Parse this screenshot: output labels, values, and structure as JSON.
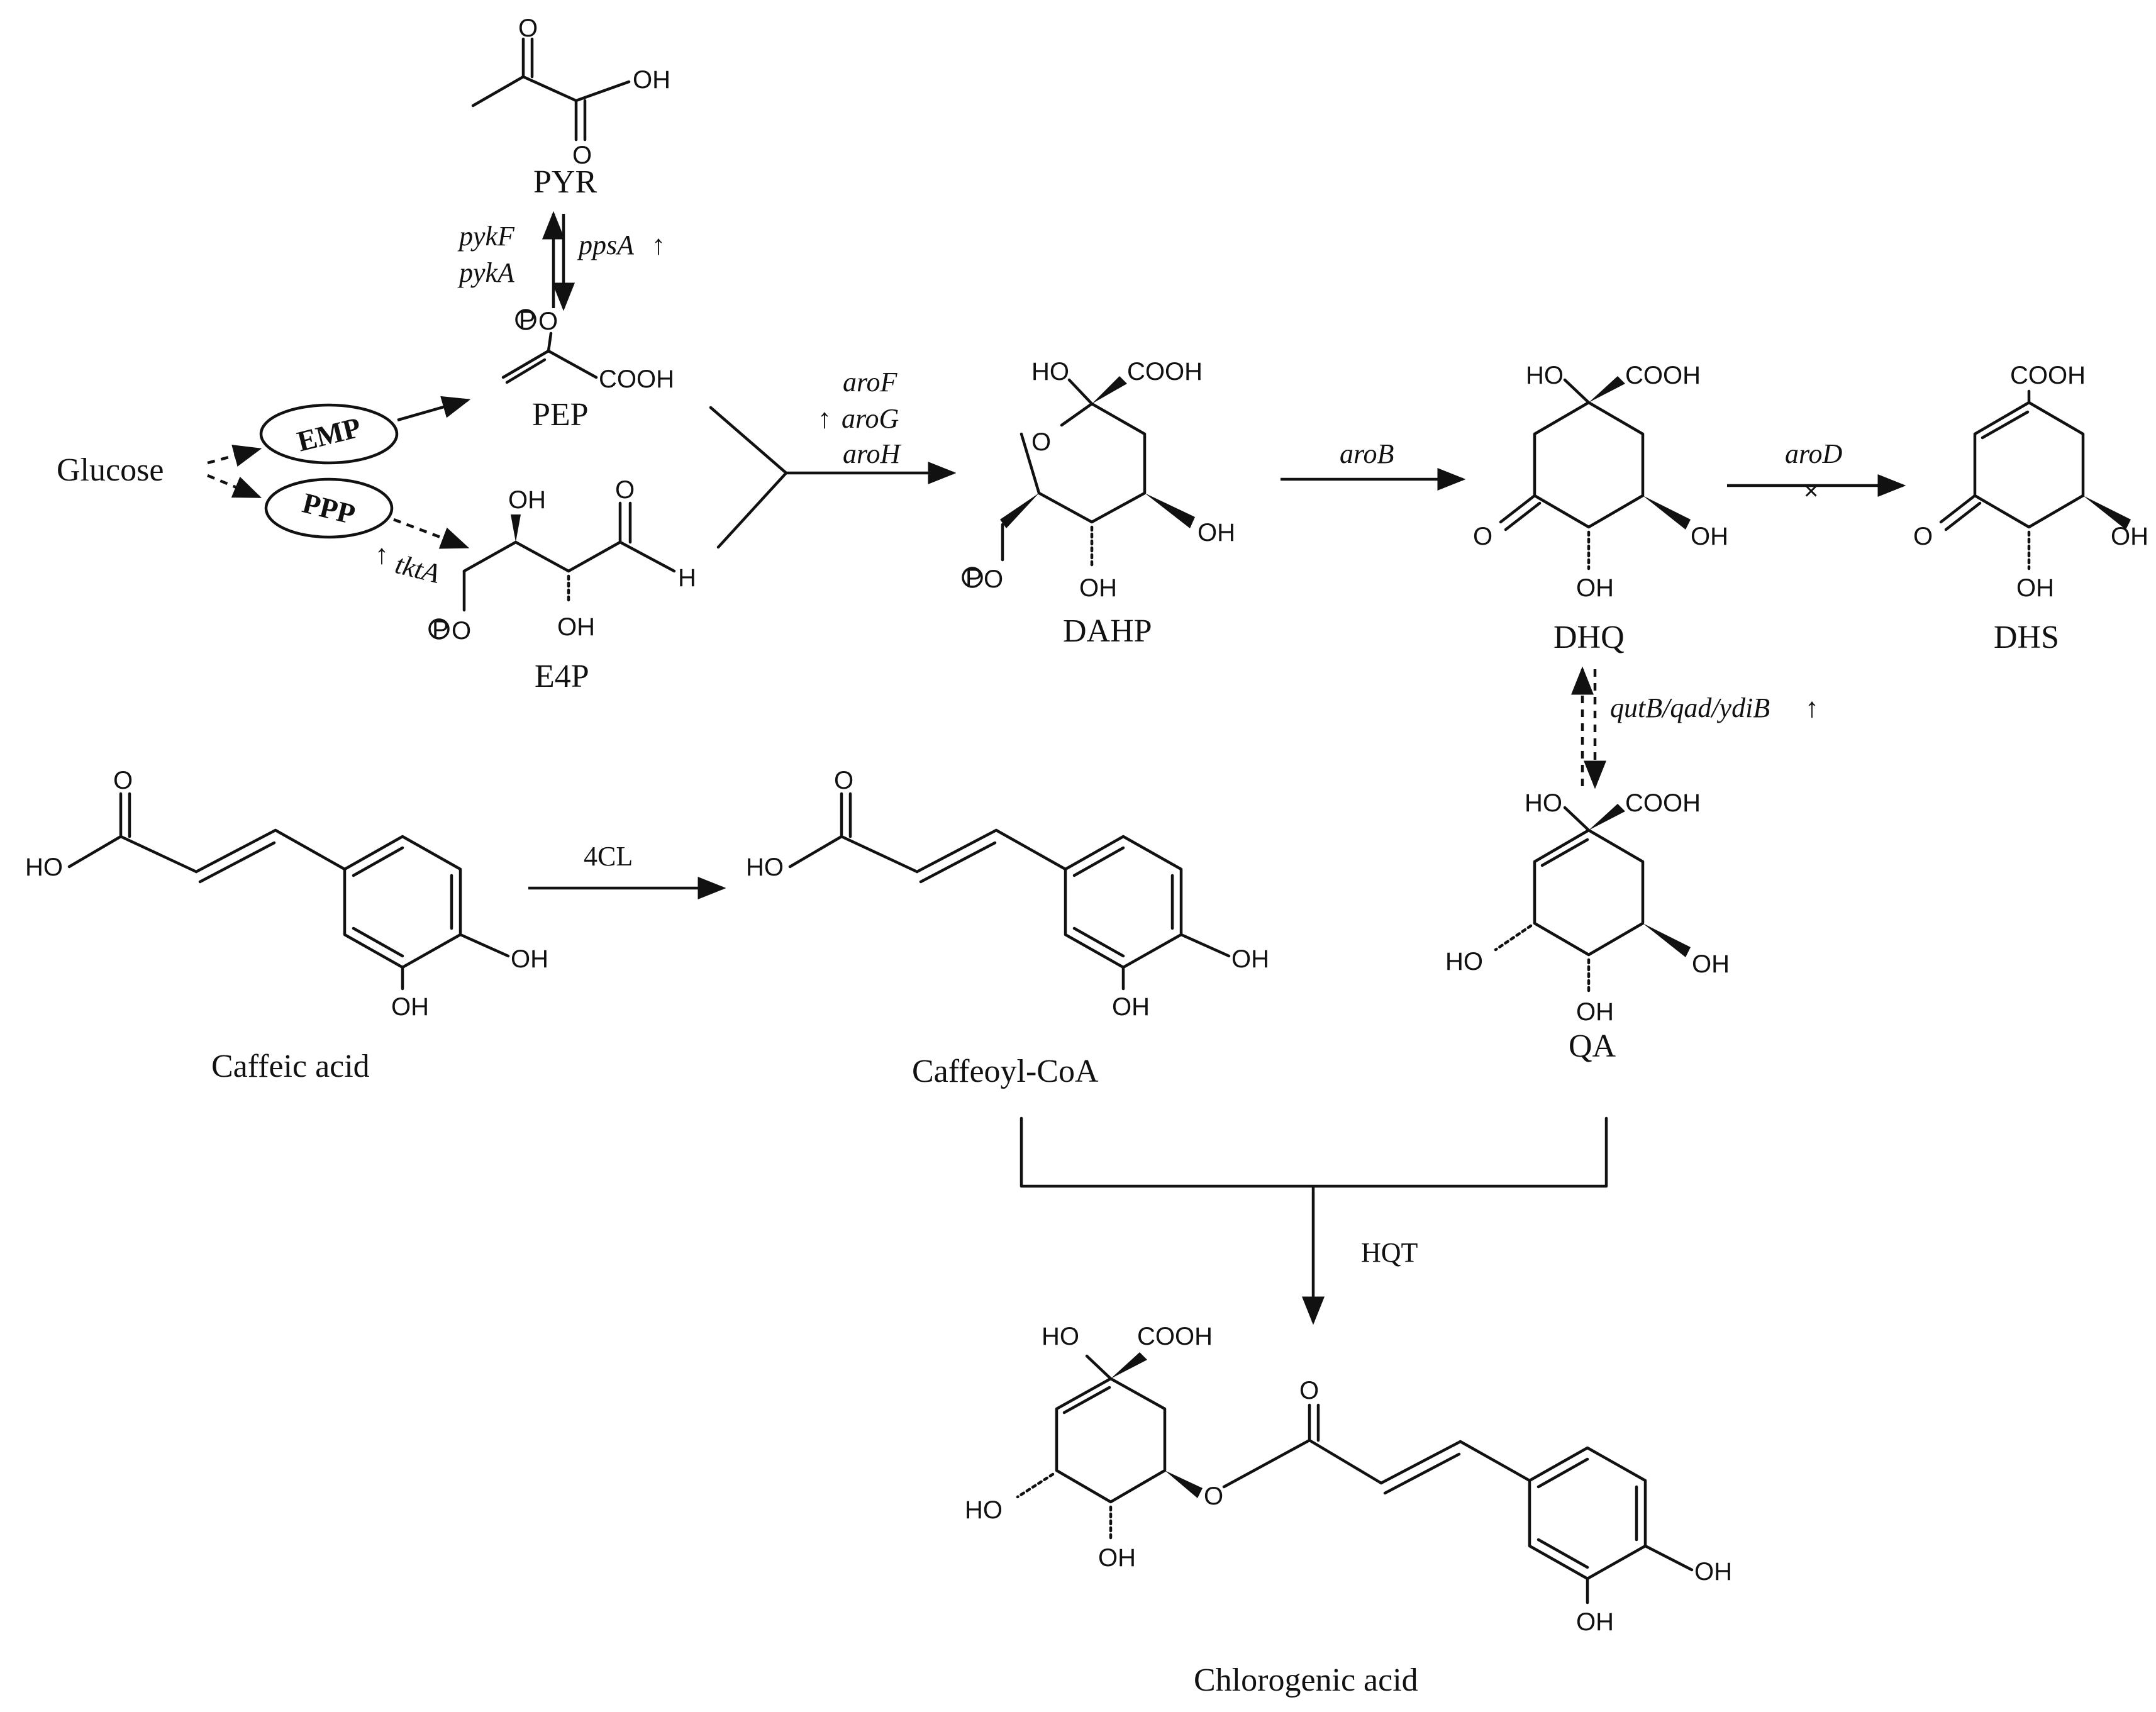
{
  "compounds": {
    "pyr": "PYR",
    "pep": "PEP",
    "e4p": "E4P",
    "glucose": "Glucose",
    "dahp": "DAHP",
    "dhq": "DHQ",
    "dhs": "DHS",
    "qa": "QA",
    "caffeic": "Caffeic acid",
    "caffeoyl": "Caffeoyl-CoA",
    "cga": "Chlorogenic acid"
  },
  "pathways": {
    "emp": "EMP",
    "ppp": "PPP"
  },
  "enzymes": {
    "pykF": "pykF",
    "pykA": "pykA",
    "ppsA": "ppsA",
    "tktA": "tktA",
    "aroF": "aroF",
    "aroG": "aroG",
    "aroH": "aroH",
    "aroB": "aroB",
    "aroD": "aroD",
    "qutB": "qutB/qad/ydiB",
    "cl4": "4CL",
    "hqt": "HQT"
  },
  "symbols": {
    "up": "↑",
    "blocked": "×",
    "phosphate": "P"
  },
  "groups": {
    "oh": "OH",
    "ho": "HO",
    "cooh": "COOH",
    "o": "O",
    "h": "H"
  }
}
